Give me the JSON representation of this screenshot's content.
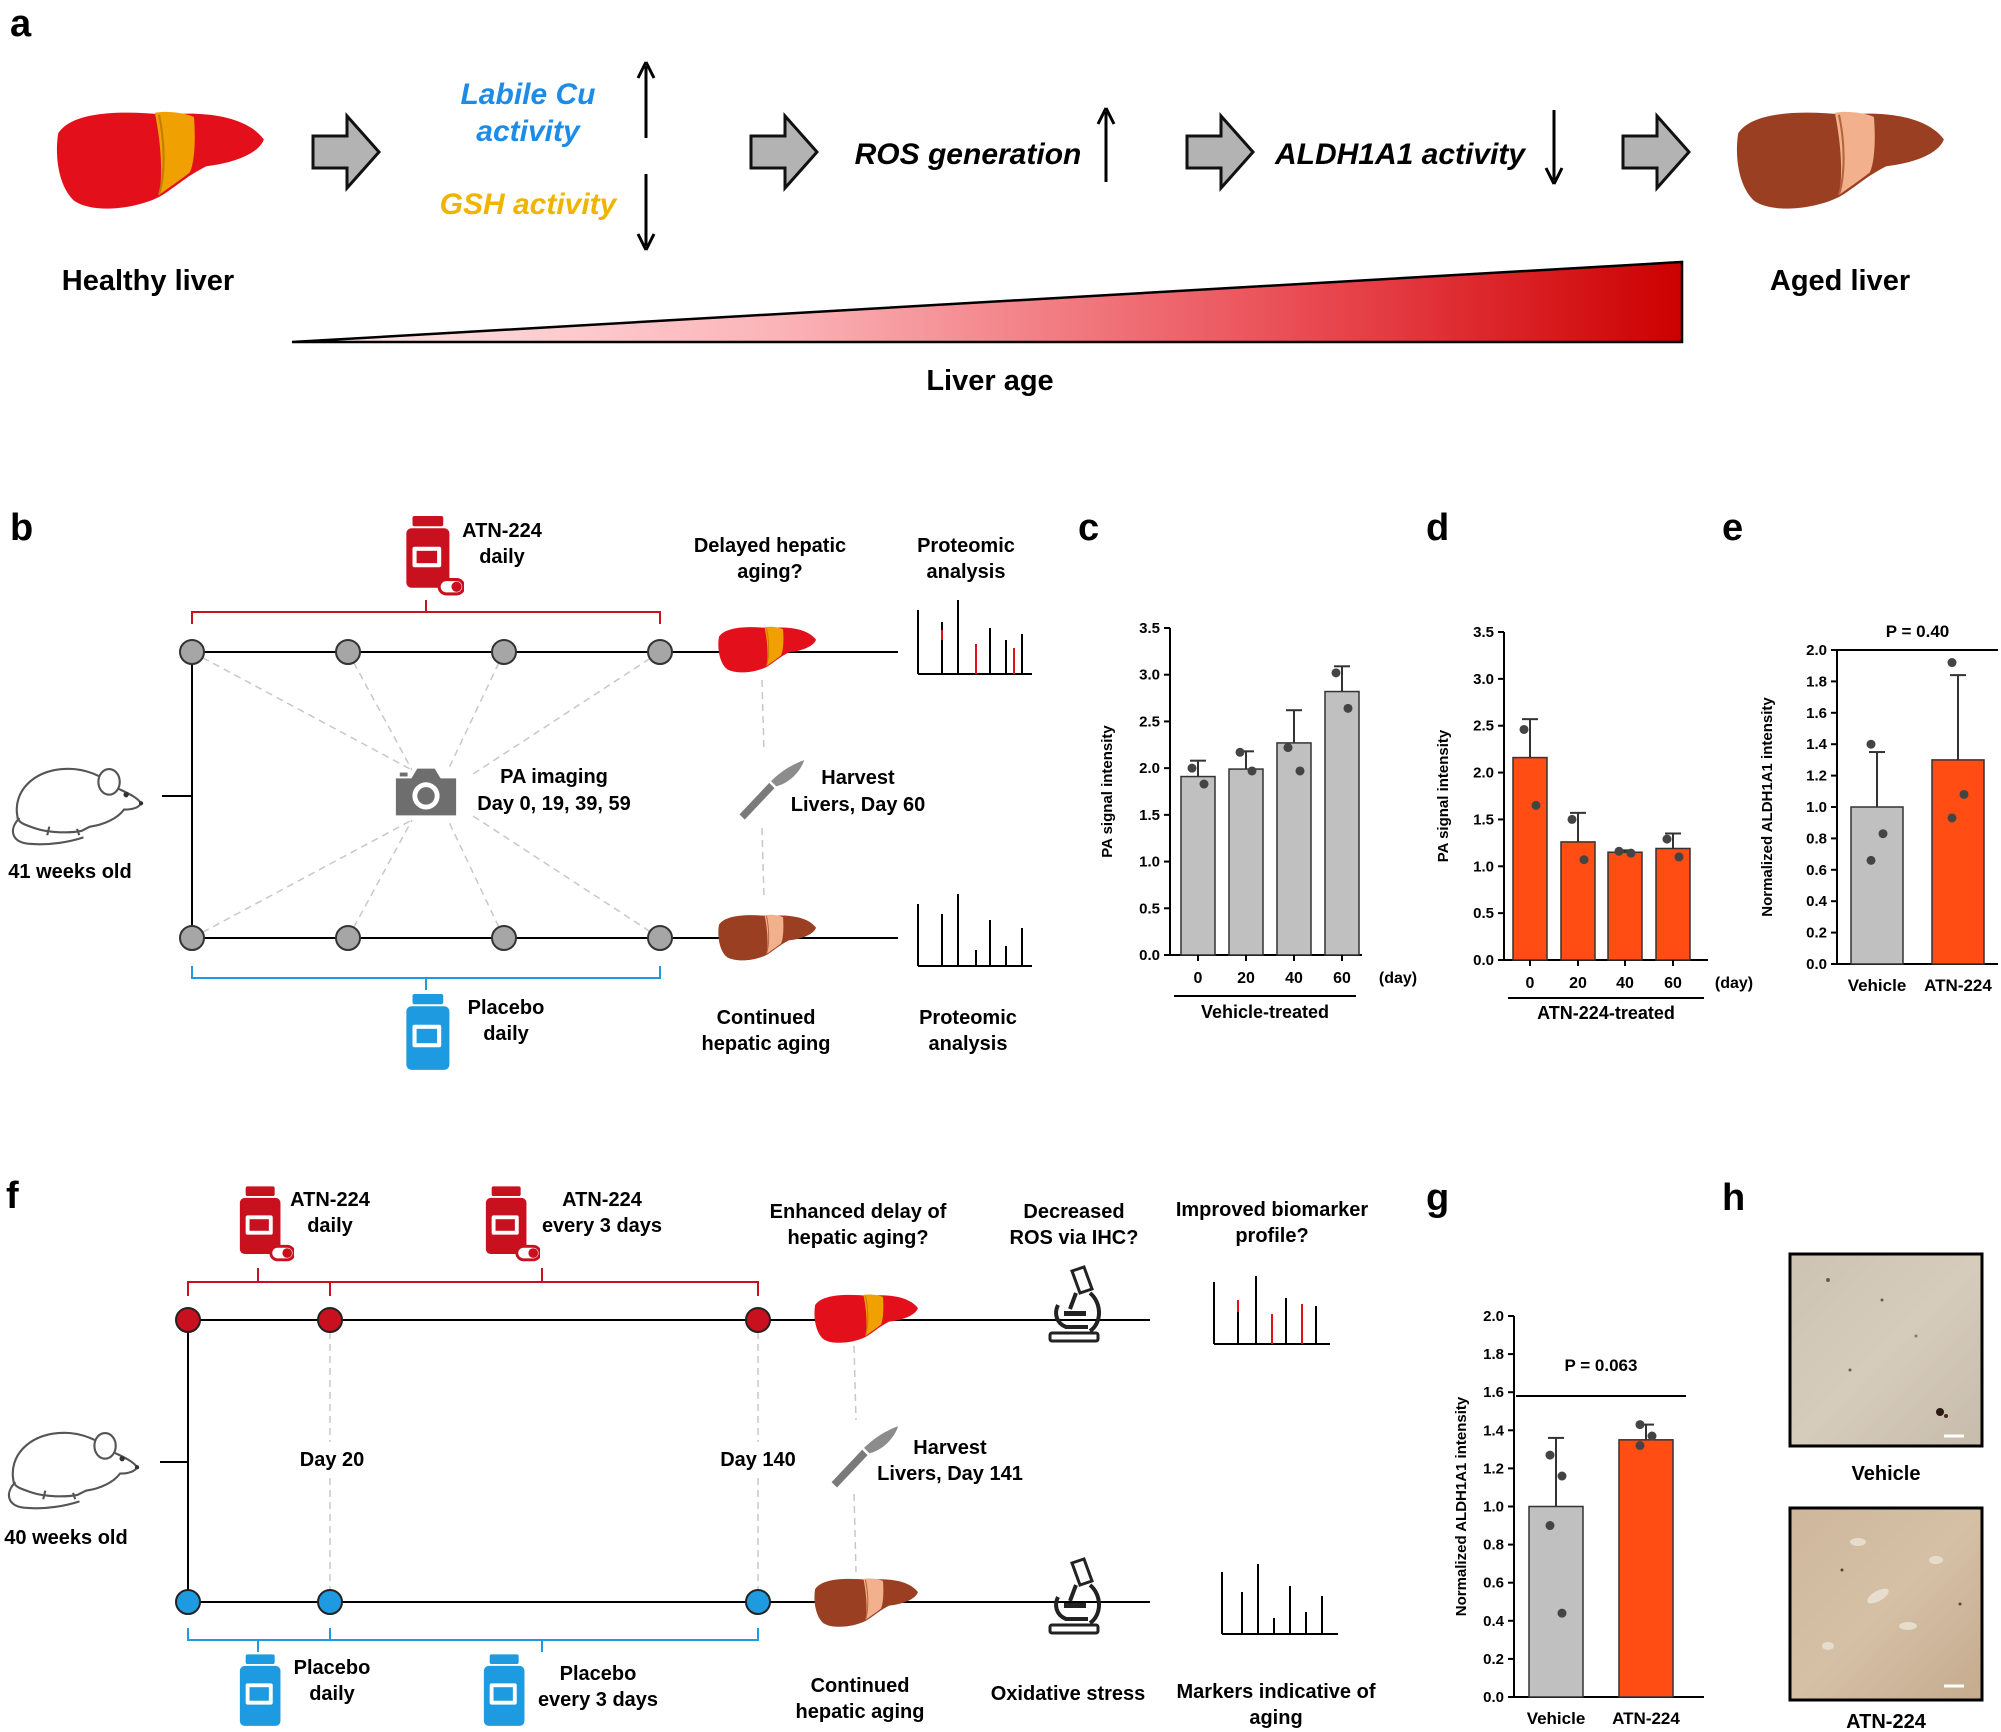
{
  "panel_a": {
    "letter": "a",
    "healthy_label": "Healthy liver",
    "aged_label": "Aged liver",
    "labile_line1": "Labile Cu",
    "labile_line2": "activity",
    "gsh": "GSH activity",
    "ros": "ROS generation",
    "aldh": "ALDH1A1 activity",
    "liver_age": "Liver age"
  },
  "panel_b": {
    "letter": "b",
    "atn_line1": "ATN-224",
    "atn_line2": "daily",
    "placebo_line1": "Placebo",
    "placebo_line2": "daily",
    "delayed_line1": "Delayed hepatic",
    "delayed_line2": "aging?",
    "proteomic_line1": "Proteomic",
    "proteomic_line2": "analysis",
    "continued_line1": "Continued",
    "continued_line2": "hepatic aging",
    "pa_line1": "PA imaging",
    "pa_line2": "Day 0, 19, 39, 59",
    "harvest_line1": "Harvest",
    "harvest_line2": "Livers, Day 60",
    "age": "41 weeks old"
  },
  "panel_f": {
    "letter": "f",
    "atn_daily_1": "ATN-224",
    "atn_daily_2": "daily",
    "atn_3d_1": "ATN-224",
    "atn_3d_2": "every 3 days",
    "placebo_daily_1": "Placebo",
    "placebo_daily_2": "daily",
    "placebo_3d_1": "Placebo",
    "placebo_3d_2": "every 3 days",
    "enhanced_1": "Enhanced delay of",
    "enhanced_2": "hepatic aging?",
    "decreased_1": "Decreased",
    "decreased_2": "ROS via IHC?",
    "improved_1": "Improved biomarker",
    "improved_2": "profile?",
    "day20": "Day 20",
    "day140": "Day 140",
    "harvest_1": "Harvest",
    "harvest_2": "Livers, Day 141",
    "continued_1": "Continued",
    "continued_2": "hepatic aging",
    "oxidative": "Oxidative stress",
    "markers_1": "Markers indicative of",
    "markers_2": "aging",
    "age": "40 weeks old"
  },
  "panel_h": {
    "letter": "h",
    "vehicle": "Vehicle",
    "atn": "ATN-224"
  },
  "colors": {
    "atn_red": "#c8101e",
    "placebo_blue": "#1e9be0",
    "bar_gray": "#c0c0c0",
    "bar_orange": "#ff4d14",
    "labile_blue": "#1e8ce6",
    "gsh_yellow": "#f0b400",
    "healthy_liver": "#e3101c",
    "aged_liver": "#9a3f22"
  },
  "chart_data": [
    {
      "id": "c",
      "letter": "c",
      "type": "bar",
      "categories": [
        "0",
        "20",
        "40",
        "60"
      ],
      "unit_label": "(day)",
      "group_label": "Vehicle-treated",
      "values": [
        1.91,
        1.99,
        2.27,
        2.82
      ],
      "errors": [
        0.17,
        0.19,
        0.35,
        0.27
      ],
      "points": [
        [
          2.0,
          1.83
        ],
        [
          2.17,
          1.97
        ],
        [
          2.22,
          1.97
        ],
        [
          3.02,
          2.64
        ]
      ],
      "ylabel": "PA signal intensity",
      "ylim": [
        0,
        3.5
      ],
      "yticks": [
        "0.0",
        "0.5",
        "1.0",
        "1.5",
        "2.0",
        "2.5",
        "3.0",
        "3.5"
      ],
      "color": "gray"
    },
    {
      "id": "d",
      "letter": "d",
      "type": "bar",
      "categories": [
        "0",
        "20",
        "40",
        "60"
      ],
      "unit_label": "(day)",
      "group_label": "ATN-224-treated",
      "values": [
        2.16,
        1.26,
        1.15,
        1.19
      ],
      "errors": [
        0.41,
        0.31,
        0.02,
        0.16
      ],
      "points": [
        [
          2.46,
          1.65
        ],
        [
          1.5,
          1.07
        ],
        [
          1.16,
          1.14
        ],
        [
          1.29,
          1.1
        ]
      ],
      "ylabel": "PA signal intensity",
      "ylim": [
        0,
        3.5
      ],
      "yticks": [
        "0.0",
        "0.5",
        "1.0",
        "1.5",
        "2.0",
        "2.5",
        "3.0",
        "3.5"
      ],
      "color": "orange"
    },
    {
      "id": "e",
      "letter": "e",
      "type": "bar",
      "categories": [
        "Vehicle",
        "ATN-224"
      ],
      "values": [
        1.0,
        1.3
      ],
      "errors": [
        0.35,
        0.54
      ],
      "points": [
        [
          1.4,
          0.83,
          0.66
        ],
        [
          1.92,
          1.08,
          0.93
        ]
      ],
      "ylabel": "Normalized ALDH1A1 intensity",
      "ylim": [
        0,
        2.0
      ],
      "yticks": [
        "0.0",
        "0.2",
        "0.4",
        "0.6",
        "0.8",
        "1.0",
        "1.2",
        "1.4",
        "1.6",
        "1.8",
        "2.0"
      ],
      "pvalue": "P = 0.40"
    },
    {
      "id": "g",
      "letter": "g",
      "type": "bar",
      "categories": [
        "Vehicle",
        "ATN-224"
      ],
      "values": [
        1.0,
        1.35
      ],
      "errors": [
        0.36,
        0.08
      ],
      "points": [
        [
          1.27,
          1.16,
          0.9,
          0.44
        ],
        [
          1.43,
          1.37,
          1.32
        ]
      ],
      "ylabel": "Normalized ALDH1A1 intensity",
      "ylim": [
        0,
        2.0
      ],
      "yticks": [
        "0.0",
        "0.2",
        "0.4",
        "0.6",
        "0.8",
        "1.0",
        "1.2",
        "1.4",
        "1.6",
        "1.8",
        "2.0"
      ],
      "pvalue": "P = 0.063"
    }
  ]
}
